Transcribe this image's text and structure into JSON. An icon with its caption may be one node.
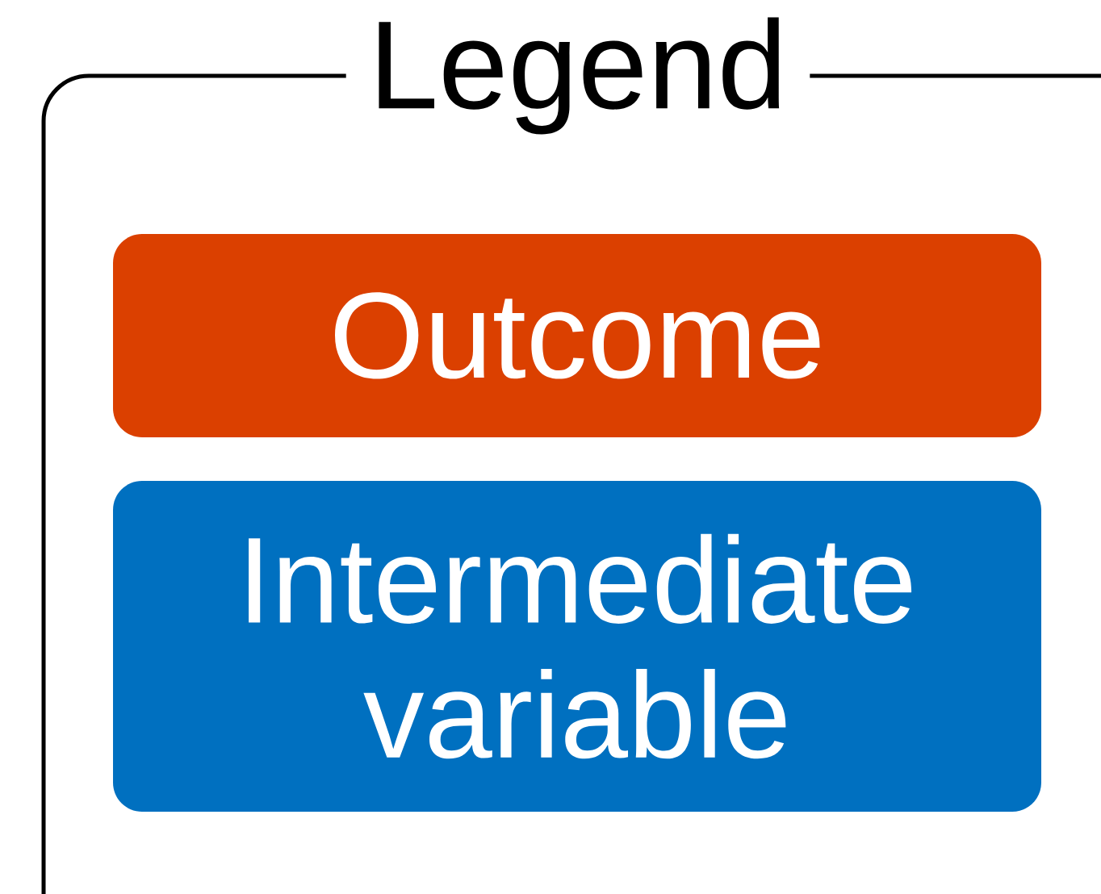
{
  "diagram": {
    "title": "Legend",
    "legend": [
      {
        "text": "Outcome",
        "color": "#db4000"
      },
      {
        "text": "Intermediate variable",
        "color": "#0070c0"
      }
    ]
  }
}
